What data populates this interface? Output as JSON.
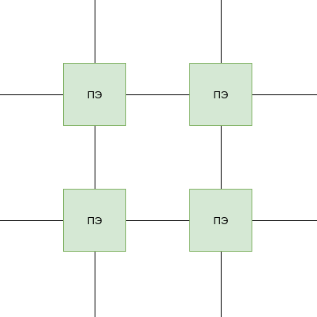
{
  "diagram": {
    "node_fill": "#d5e8d4",
    "node_border": "#82b366",
    "line_color": "#000000",
    "nodes": [
      {
        "label": "ПЭ"
      },
      {
        "label": "ПЭ"
      },
      {
        "label": "ПЭ"
      },
      {
        "label": "ПЭ"
      }
    ]
  }
}
